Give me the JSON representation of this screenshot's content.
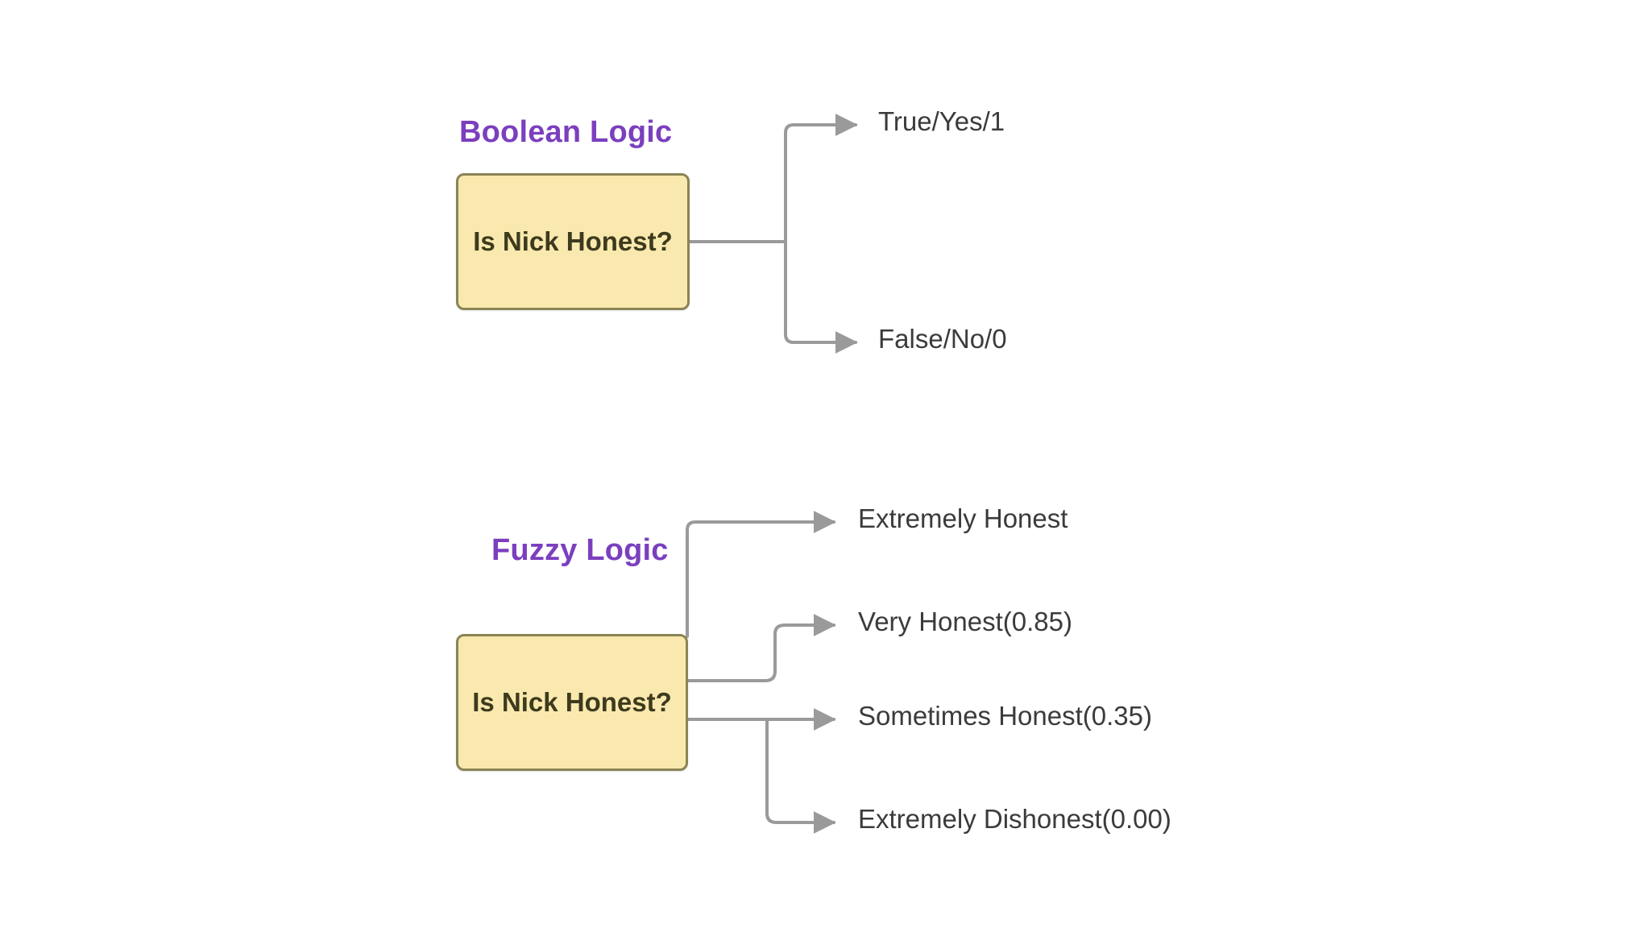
{
  "diagram": {
    "background_color": "#ffffff",
    "accent_title_color": "#7b3fbe",
    "node_fill_color": "#fae9ae",
    "node_border_color": "#8a8455",
    "connector_color": "#9a9a9a",
    "label_text_color": "#3b3b3b"
  },
  "sections": {
    "boolean": {
      "title": "Boolean Logic",
      "node": {
        "label": "Is Nick Honest?"
      },
      "outcomes": [
        {
          "label": "True/Yes/1"
        },
        {
          "label": "False/No/0"
        }
      ]
    },
    "fuzzy": {
      "title": "Fuzzy Logic",
      "node": {
        "label": "Is Nick Honest?"
      },
      "outcomes": [
        {
          "label": "Extremely Honest",
          "value": null
        },
        {
          "label": "Very Honest(0.85)",
          "value": 0.85
        },
        {
          "label": "Sometimes Honest(0.35)",
          "value": 0.35
        },
        {
          "label": "Extremely Dishonest(0.00)",
          "value": 0.0
        }
      ]
    }
  }
}
